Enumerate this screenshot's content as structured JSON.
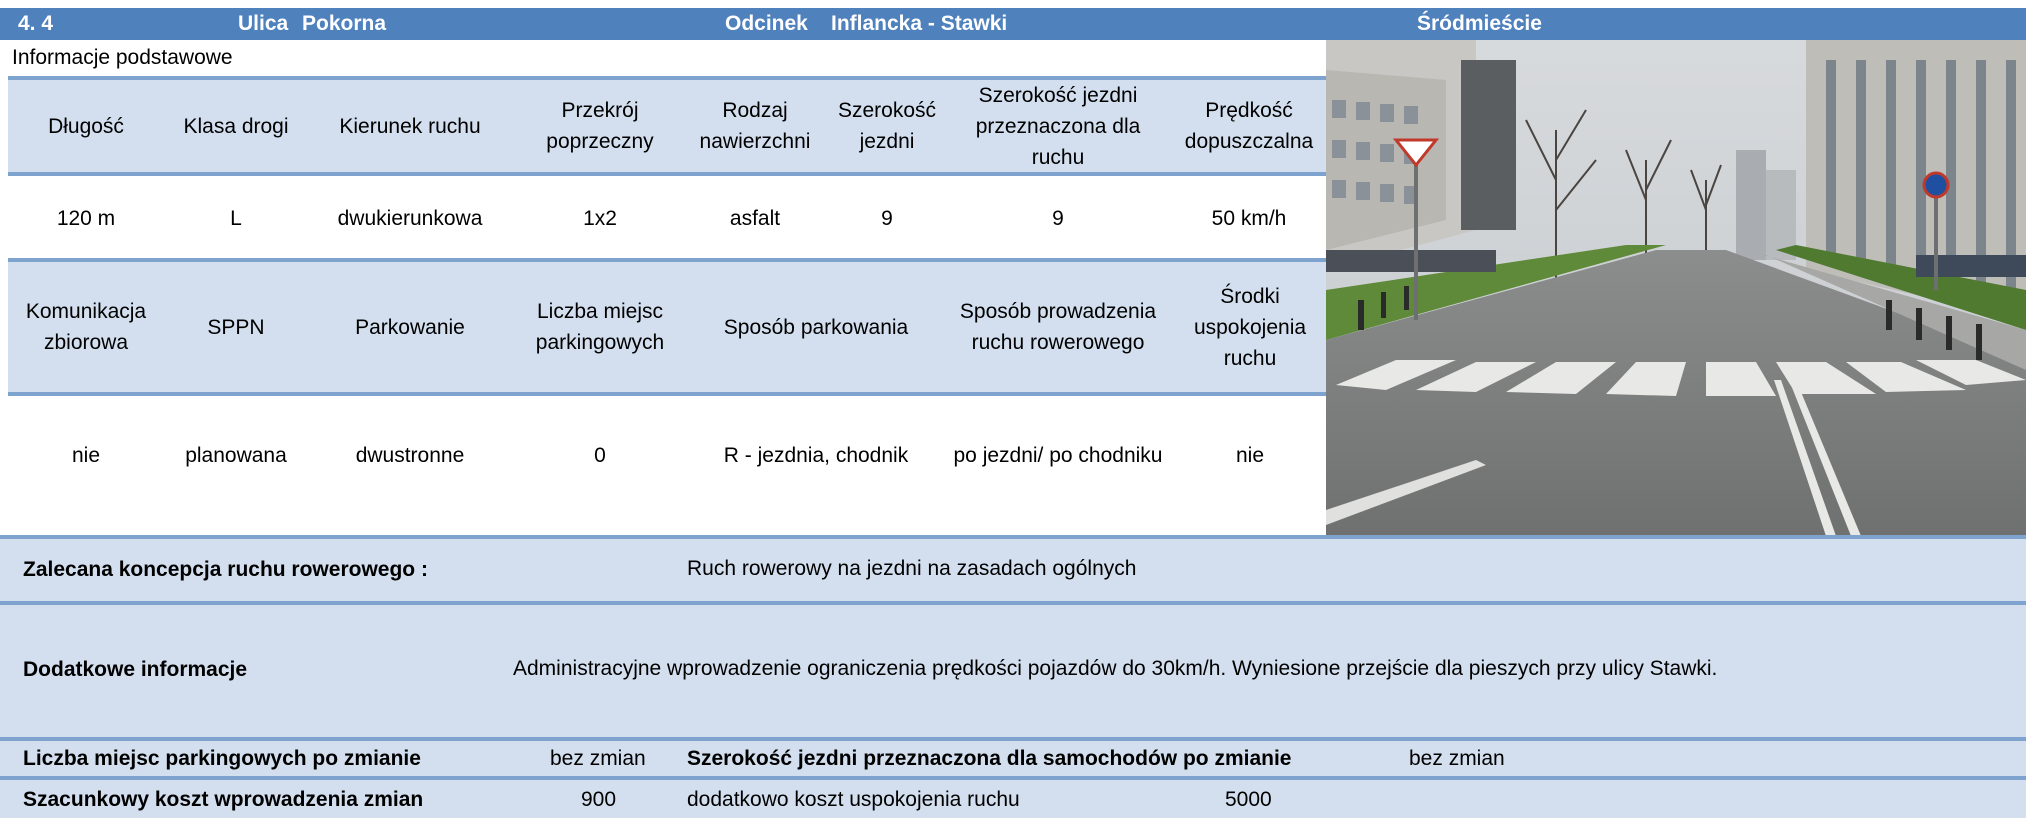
{
  "header": {
    "number": "4. 4",
    "street_label": "Ulica",
    "street": "Pokorna",
    "section_label": "Odcinek",
    "section": "Inflancka - Stawki",
    "district": "Śródmieście"
  },
  "info_title": "Informacje podstawowe",
  "table1": {
    "headers": [
      "Długość",
      "Klasa drogi",
      "Kierunek ruchu",
      "Przekrój poprzeczny",
      "Rodzaj nawierzchni",
      "Szerokość jezdni",
      "Szerokość jezdni przeznaczona dla ruchu",
      "Prędkość dopuszczalna"
    ],
    "values": [
      "120 m",
      "L",
      "dwukierunkowa",
      "1x2",
      "asfalt",
      "9",
      "9",
      "50 km/h"
    ]
  },
  "table2": {
    "headers": [
      "Komunikacja zbiorowa",
      "SPPN",
      "Parkowanie",
      "Liczba miejsc parkingowych",
      "Sposób parkowania",
      "Sposób prowadzenia ruchu rowerowego",
      "Środki uspokojenia ruchu"
    ],
    "values": [
      "nie",
      "planowana",
      "dwustronne",
      "0",
      "R - jezdnia, chodnik",
      "po jezdni/ po chodniku",
      "nie"
    ]
  },
  "concept": {
    "label": "Zalecana koncepcja ruchu rowerowego :",
    "value": "Ruch rowerowy na jezdni na zasadach ogólnych"
  },
  "additional": {
    "label": "Dodatkowe informacje",
    "value": "Administracyjne wprowadzenie ograniczenia prędkości pojazdów do 30km/h. Wyniesione przejście dla pieszych przy ulicy Stawki."
  },
  "parking_after": {
    "label": "Liczba miejsc parkingowych po zmianie",
    "value": "bez zmian",
    "width_label": "Szerokość jezdni przeznaczona dla samochodów po zmianie",
    "width_value": "bez zmian"
  },
  "cost": {
    "label": "Szacunkowy koszt wprowadzenia zmian",
    "value": "900",
    "extra_label": "dodatkowo koszt uspokojenia ruchu",
    "extra_value": "5000"
  },
  "colors": {
    "header_blue": "#4f81bd",
    "light_blue": "#d3dfee",
    "rule_blue": "#7ea3cf"
  }
}
